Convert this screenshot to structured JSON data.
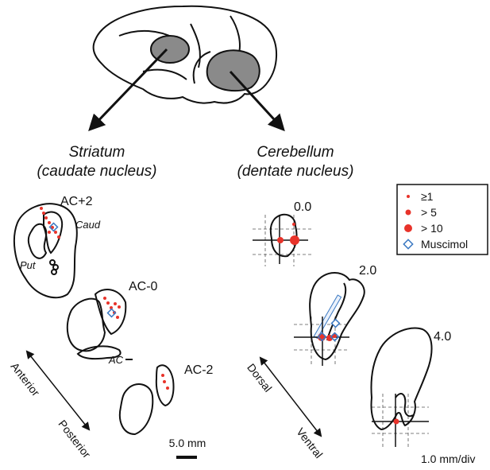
{
  "headings": {
    "striatum_line1": "Striatum",
    "striatum_line2": "(caudate nucleus)",
    "cerebellum_line1": "Cerebellum",
    "cerebellum_line2": "(dentate nucleus)"
  },
  "striatum_sections": {
    "ac_plus2": "AC+2",
    "ac_0": "AC-0",
    "ac_minus2": "AC-2",
    "caud": "Caud",
    "put": "Put",
    "ac_mark": "AC"
  },
  "cerebellum_sections": {
    "level_0": "0.0",
    "level_2": "2.0",
    "level_4": "4.0"
  },
  "legend": {
    "items": [
      {
        "marker": "small-red-dot",
        "label": "≥1"
      },
      {
        "marker": "medium-red-dot",
        "label": "> 5"
      },
      {
        "marker": "large-red-dot",
        "label": "> 10"
      },
      {
        "marker": "blue-diamond",
        "label": "Muscimol"
      }
    ]
  },
  "axes": {
    "anterior": "Anterior",
    "posterior": "Posterior",
    "dorsal": "Dorsal",
    "ventral": "Ventral"
  },
  "scales": {
    "striatum_scale": "5.0 mm",
    "cerebellum_grid": "1.0 mm/div"
  },
  "colors": {
    "site_red": "#e8332a",
    "muscimol_blue": "#3a78c2",
    "brain_region_gray": "#8a8a8a"
  }
}
